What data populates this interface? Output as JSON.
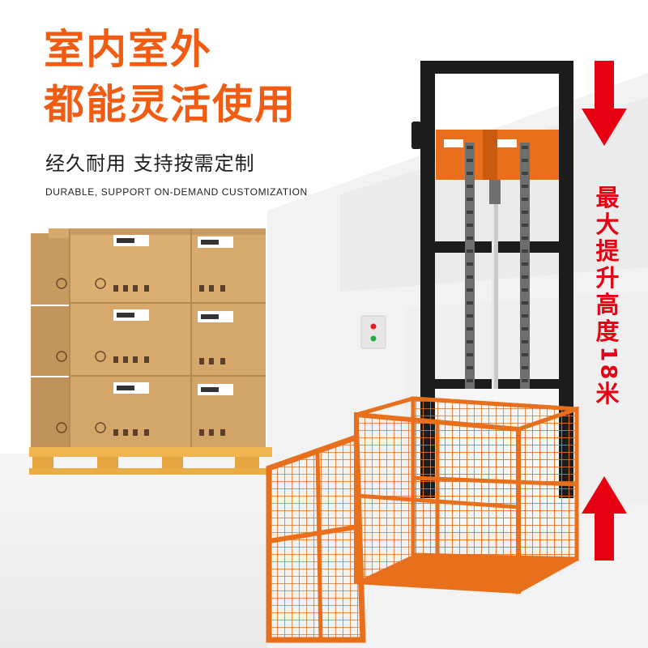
{
  "headline": {
    "line1": "室内室外",
    "line2": "都能灵活使用"
  },
  "subtitle": {
    "zh": "经久耐用 支持按需定制",
    "en": "DURABLE, SUPPORT ON-DEMAND CUSTOMIZATION"
  },
  "height_label": "最大提升高度18米",
  "colors": {
    "headline": "#f25c12",
    "height_label": "#e60012",
    "arrow": "#e60012",
    "frame": "#1c1c1c",
    "cage": "#e8701c",
    "carton": "#d9ab6e",
    "pallet": "#f0b550",
    "control_box": "#e6e6e6",
    "button_red": "#e02020",
    "button_green": "#22aa44"
  }
}
